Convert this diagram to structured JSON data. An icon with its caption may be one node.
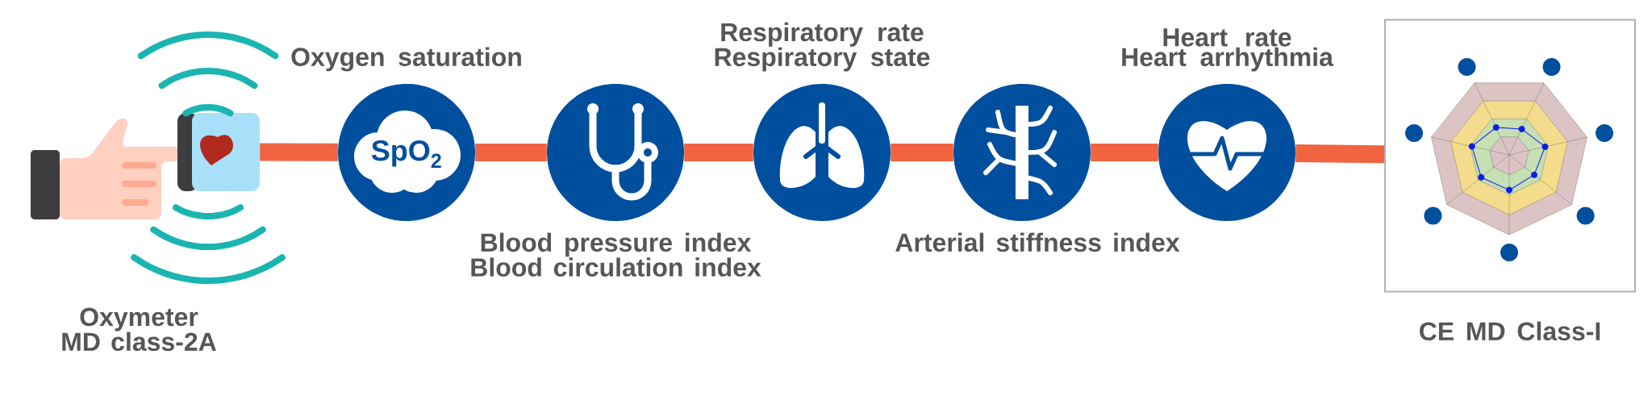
{
  "diagram": {
    "nodes": [
      {
        "text": [
          "Oxymeter MD class-2A"
        ]
      },
      {
        "text": [
          "SpO$_{2}$"
        ],
        "beside": [
          "Oxygen saturation"
        ]
      },
      {
        "text": [],
        "shape": "circle",
        "beside": [
          "Blood pressure index",
          "Blood circulation index"
        ]
      },
      {
        "text": [],
        "shape": "circle",
        "beside": [
          "Respiratory rate",
          "Respiratory state"
        ]
      },
      {
        "text": [],
        "shape": "circle",
        "beside": [
          "Arterial stiffness index"
        ]
      },
      {
        "text": [],
        "shape": "circle",
        "beside": [
          "Heart rate",
          "Heart arrhythmia"
        ]
      },
      {
        "text": [
          "CE MD Class-I"
        ]
      }
    ],
    "edges": [
      {
        "from": 0,
        "to": 1,
        "arrow": "none"
      },
      {
        "from": 1,
        "to": 2,
        "arrow": "none"
      },
      {
        "from": 2,
        "to": 3,
        "arrow": "none"
      },
      {
        "from": 3,
        "to": 4,
        "arrow": "none"
      },
      {
        "from": 4,
        "to": 5,
        "arrow": "none"
      },
      {
        "from": 5,
        "to": 6,
        "arrow": "none"
      }
    ]
  }
}
